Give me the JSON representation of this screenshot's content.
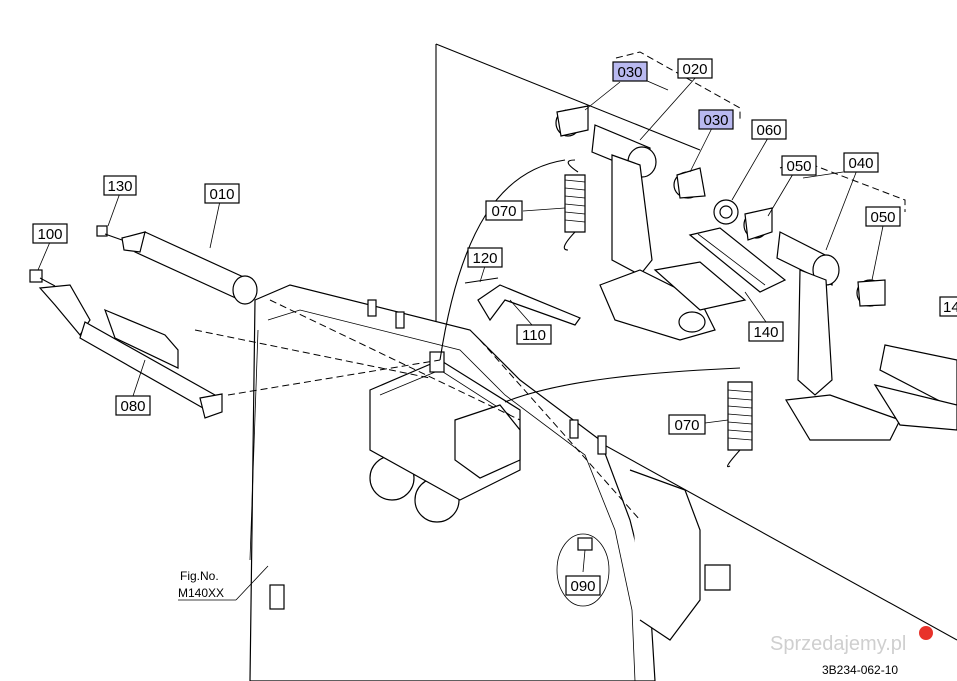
{
  "labels": [
    {
      "id": "030a",
      "text": "030",
      "highlight": true
    },
    {
      "id": "020",
      "text": "020",
      "highlight": false
    },
    {
      "id": "030b",
      "text": "030",
      "highlight": true
    },
    {
      "id": "060",
      "text": "060",
      "highlight": false
    },
    {
      "id": "050a",
      "text": "050",
      "highlight": false
    },
    {
      "id": "040",
      "text": "040",
      "highlight": false
    },
    {
      "id": "050b",
      "text": "050",
      "highlight": false
    },
    {
      "id": "130",
      "text": "130",
      "highlight": false
    },
    {
      "id": "010",
      "text": "010",
      "highlight": false
    },
    {
      "id": "100",
      "text": "100",
      "highlight": false
    },
    {
      "id": "070a",
      "text": "070",
      "highlight": false
    },
    {
      "id": "120",
      "text": "120",
      "highlight": false
    },
    {
      "id": "110",
      "text": "110",
      "highlight": false
    },
    {
      "id": "140a",
      "text": "140",
      "highlight": false
    },
    {
      "id": "140b",
      "text": "14",
      "highlight": false
    },
    {
      "id": "080",
      "text": "080",
      "highlight": false
    },
    {
      "id": "070b",
      "text": "070",
      "highlight": false
    },
    {
      "id": "090",
      "text": "090",
      "highlight": false
    }
  ],
  "fig_ref": {
    "line1": "Fig.No.",
    "line2": "M140XX"
  },
  "drawing_code": "3B234-062-10",
  "watermark": "Sprzedajemy.pl",
  "colors": {
    "highlight": "#b9b9f0",
    "line": "#000000",
    "watermark": "#cfcfcf",
    "watermark_dot": "#e8322a"
  }
}
